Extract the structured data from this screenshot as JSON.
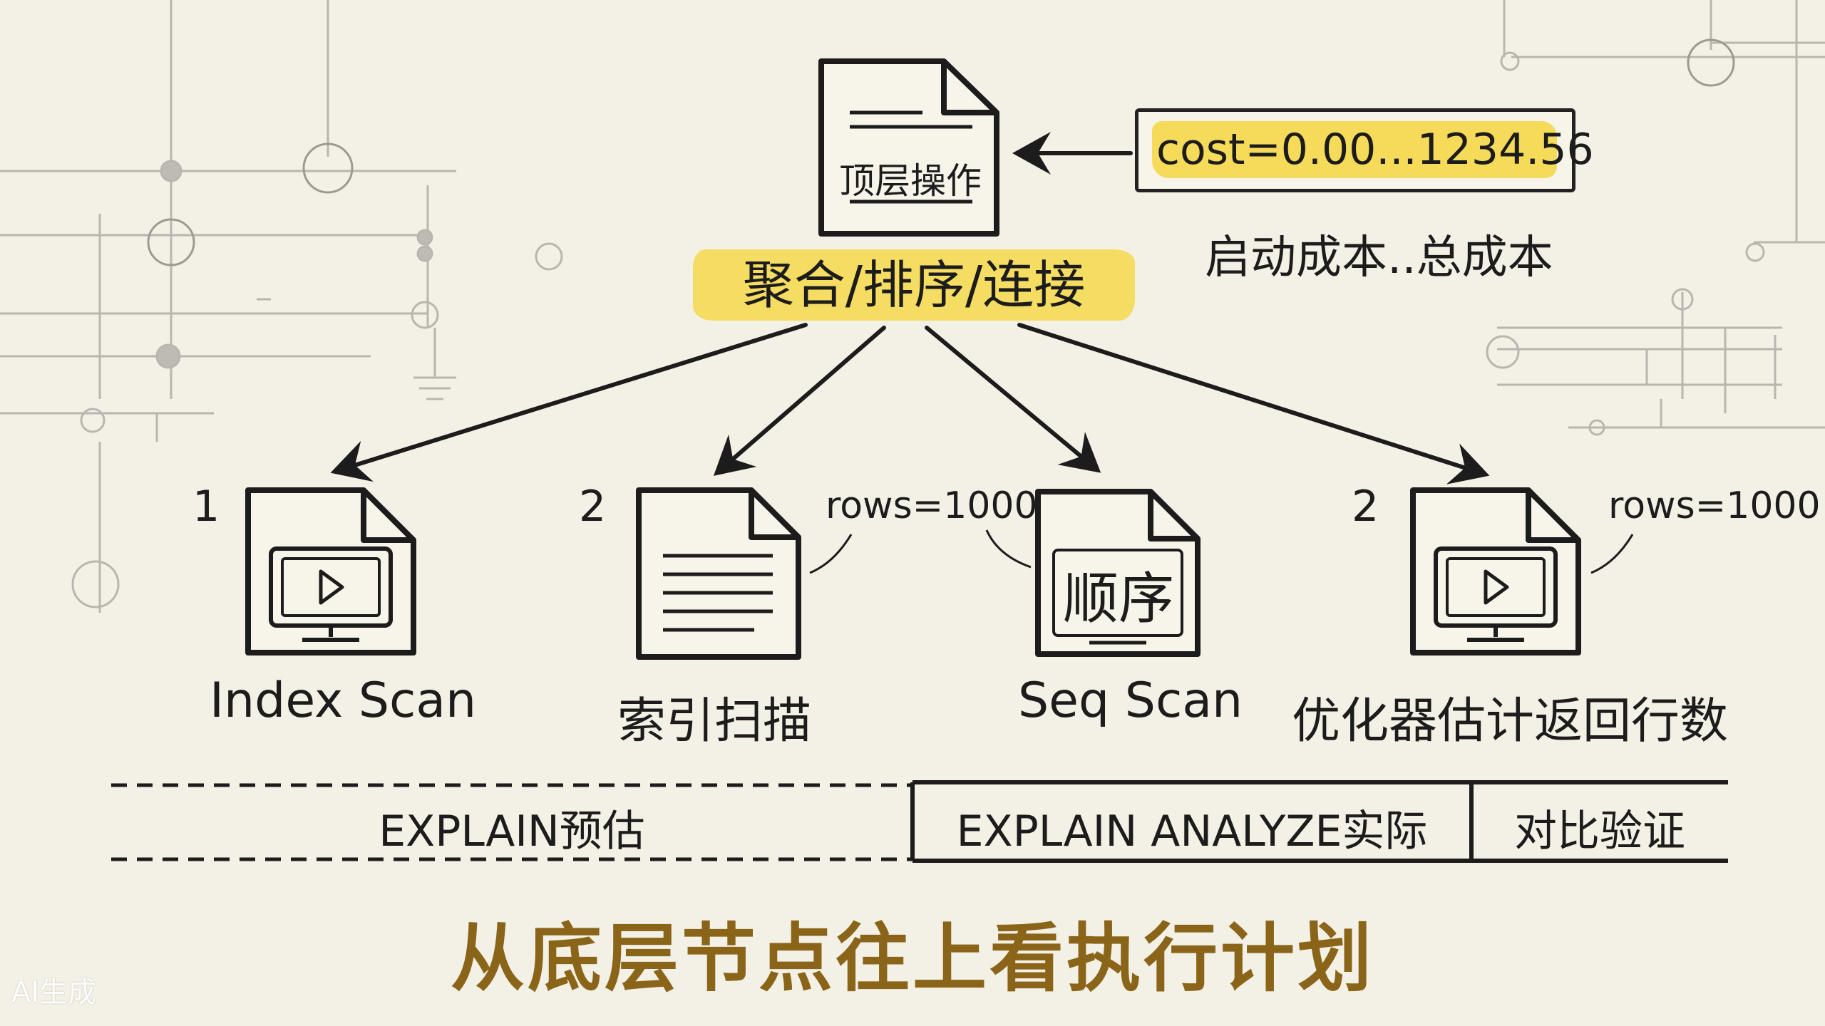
{
  "top_node": {
    "icon_text": "顶层操作",
    "label": "聚合/排序/连接"
  },
  "cost": {
    "value": "cost=0.00...1234.56",
    "caption": "启动成本..总成本"
  },
  "nodes": [
    {
      "number": "1",
      "label": "Index Scan",
      "annotation": "",
      "icon": "monitor-play-icon"
    },
    {
      "number": "2",
      "label": "索引扫描",
      "annotation": "rows=1000",
      "icon": "document-lines-icon"
    },
    {
      "number": "",
      "label": "Seq Scan",
      "annotation": "",
      "icon": "document-sequential-icon",
      "icon_text": "顺序"
    },
    {
      "number": "2",
      "label": "优化器估计返回行数",
      "annotation": "rows=1000",
      "icon": "monitor-play-icon"
    }
  ],
  "table": {
    "left": "EXPLAIN预估",
    "middle": "EXPLAIN ANALYZE实际",
    "right": "对比验证"
  },
  "footer_title": "从底层节点往上看执行计划",
  "watermark": "AI生成",
  "colors": {
    "background": "#f3f0e6",
    "highlight": "#f5d84a",
    "title": "#8a6418",
    "ink": "#1c1c1c"
  }
}
